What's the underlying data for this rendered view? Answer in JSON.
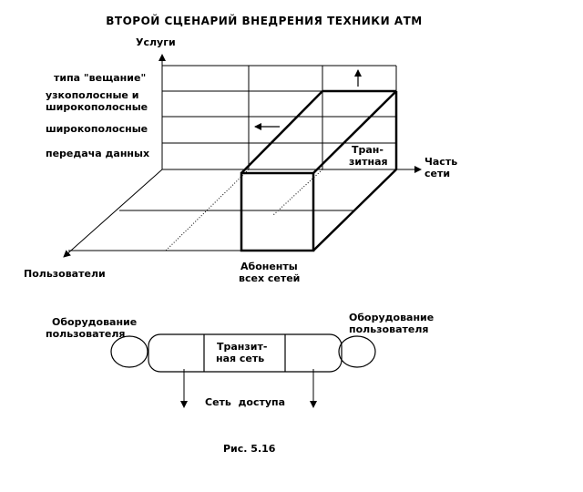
{
  "title": "ВТОРОЙ СЦЕНАРИЙ ВНЕДРЕНИЯ ТЕХНИКИ АТМ",
  "axes": {
    "services": "Услуги",
    "network_part_line1": "Часть",
    "network_part_line2": "сети",
    "users": "Пользователи"
  },
  "services_levels": {
    "broadcast": "типа \"вещание\"",
    "narrow_and_wide_line1": "узкополосные и",
    "narrow_and_wide_line2": "широкополосные",
    "wideband": "широкополосные",
    "data": "передача данных"
  },
  "labels": {
    "transit_line1": "Тран-",
    "transit_line2": "зитная",
    "subscribers_line1": "Абоненты",
    "subscribers_line2": "всех сетей"
  },
  "lower": {
    "user_equipment_left_line1": "Оборудование",
    "user_equipment_left_line2": "пользователя",
    "user_equipment_right_line1": "Оборудование",
    "user_equipment_right_line2": "пользователя",
    "transit_net_line1": "Транзит-",
    "transit_net_line2": "ная сеть",
    "access_network": "Сеть  доступа"
  },
  "caption": "Рис. 5.16",
  "colors": {
    "ink": "#000000",
    "background": "#ffffff"
  }
}
